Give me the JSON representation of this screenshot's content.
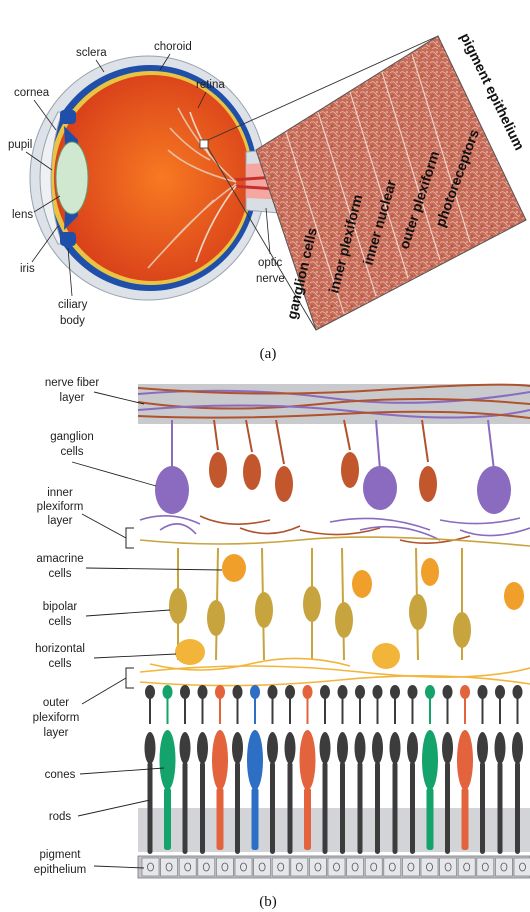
{
  "panel_a": {
    "caption": "(a)",
    "eye_labels": {
      "cornea": "cornea",
      "pupil": "pupil",
      "lens": "lens",
      "iris": "iris",
      "ciliary_body": [
        "ciliary",
        "body"
      ],
      "sclera": "sclera",
      "choroid": "choroid",
      "retina": "retina",
      "optic_nerve": [
        "optic",
        "nerve"
      ]
    },
    "section_labels": {
      "pigment_epithelium": "pigment epithelium",
      "photoreceptors": "photoreceptors",
      "outer_plexiform": "outer plexiform",
      "inner_nuclear": "inner nuclear",
      "inner_plexiform": "inner plexiform",
      "ganglion_cells": "ganglion cells"
    }
  },
  "panel_b": {
    "caption": "(b)",
    "labels": {
      "nerve_fiber_layer": [
        "nerve fiber",
        "layer"
      ],
      "ganglion_cells": [
        "ganglion",
        "cells"
      ],
      "inner_plexiform_layer": [
        "inner",
        "plexiform",
        "layer"
      ],
      "amacrine_cells": [
        "amacrine",
        "cells"
      ],
      "bipolar_cells": [
        "bipolar",
        "cells"
      ],
      "horizontal_cells": [
        "horizontal",
        "cells"
      ],
      "outer_plexiform_layer": [
        "outer",
        "plexiform",
        "layer"
      ],
      "cones": "cones",
      "rods": "rods",
      "pigment_epithelium": [
        "pigment",
        "epithelium"
      ]
    }
  },
  "colors": {
    "sclera": "#d9dde4",
    "choroid": "#1f4fa8",
    "eyeball": "#f05a1c",
    "lens": "#cfe8cf",
    "nerve_fiber_band": "#c9cacd",
    "ganglion": "#8a6bbf",
    "ganglion_red": "#c2572d",
    "amacrine": "#f0a02a",
    "bipolar": "#c8a43e",
    "horizontal": "#f2b53a",
    "cone_green": "#14a36a",
    "cone_red": "#e2633c",
    "cone_blue": "#2d6fc4",
    "rod": "#3c3c3c",
    "epithelium_band": "#c4c6cb",
    "section_bg": "#c66b57"
  }
}
